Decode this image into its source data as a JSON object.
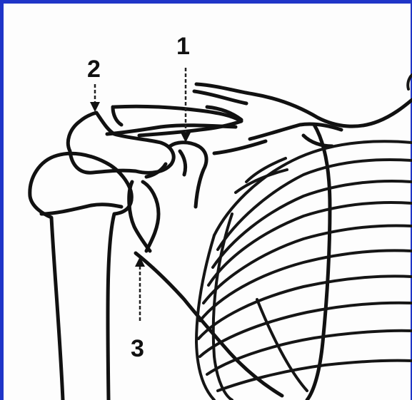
{
  "labels": {
    "one": "1",
    "two": "2",
    "three": "3"
  },
  "colors": {
    "frame": "#1f35c8",
    "ink": "#111111"
  }
}
